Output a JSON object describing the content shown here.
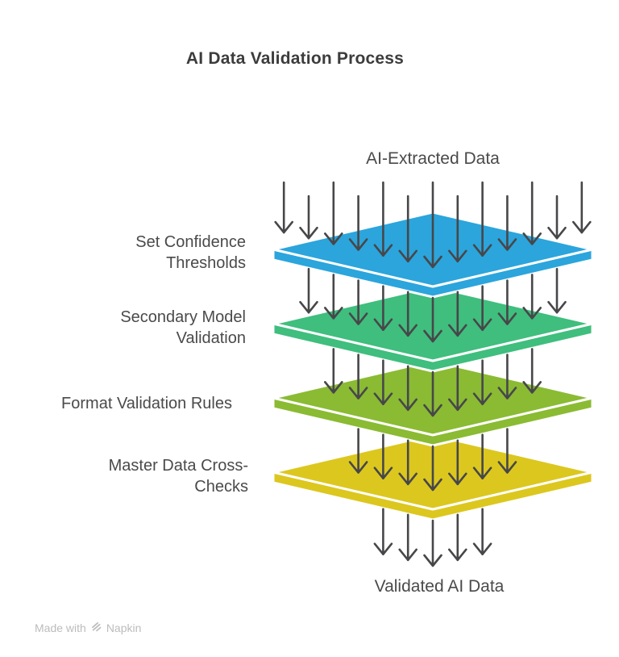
{
  "title": "AI Data Validation Process",
  "input_label": "AI-Extracted Data",
  "output_label": "Validated AI Data",
  "layers": [
    {
      "label": "Set Confidence\nThresholds",
      "color": "#2BA5DC"
    },
    {
      "label": "Secondary Model\nValidation",
      "color": "#3FBE7E"
    },
    {
      "label": "Format Validation Rules",
      "color": "#8ABB33"
    },
    {
      "label": "Master Data Cross-\nChecks",
      "color": "#DCC71E"
    }
  ],
  "flow": {
    "arrow_glyph": "down-arrow",
    "arrow_color": "#47474A",
    "arrow_counts": {
      "input": 13,
      "after_layer_1": 11,
      "after_layer_2": 9,
      "after_layer_3": 7,
      "output": 5
    }
  },
  "colors": {
    "background": "#ffffff",
    "title_text": "#3C3C3C",
    "label_text": "#4A4A4A",
    "slab_outline": "#FFFFFF",
    "watermark_text": "#BCBCBC"
  },
  "watermark": {
    "prefix": "Made with",
    "brand": "Napkin",
    "icon": "napkin-logo-icon"
  }
}
